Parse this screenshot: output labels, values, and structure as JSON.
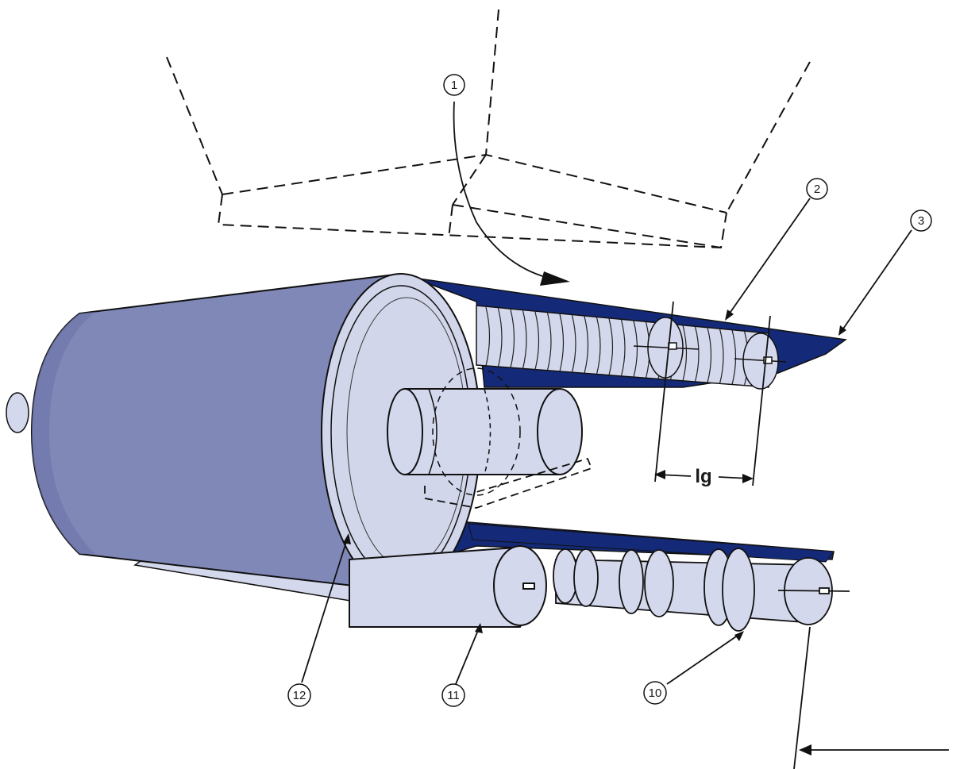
{
  "diagram": {
    "callouts": [
      {
        "id": "c1",
        "label": "1"
      },
      {
        "id": "c2",
        "label": "2"
      },
      {
        "id": "c3",
        "label": "3"
      },
      {
        "id": "c10",
        "label": "10"
      },
      {
        "id": "c11",
        "label": "11"
      },
      {
        "id": "c12",
        "label": "12"
      }
    ],
    "dimension_label": "lg"
  },
  "colors": {
    "drum": "#8088b8",
    "drum_shade": "#6f76aa",
    "face": "#d2d6ea",
    "belt": "#142a78",
    "roller": "#d4d8ec",
    "line": "#111111"
  }
}
